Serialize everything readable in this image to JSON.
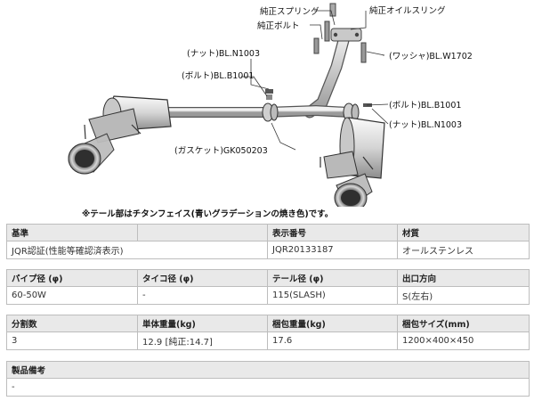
{
  "diagram": {
    "labels": {
      "genuine_spring": "純正スプリング",
      "genuine_bolt": "純正ボルト",
      "genuine_oil_ring": "純正オイルスリング",
      "nut_top": "(ナット)BL.N1003",
      "washer": "(ワッシャ)BL.W1702",
      "bolt_left": "(ボルト)BL.B1001",
      "bolt_right": "(ボルト)BL.B1001",
      "nut_right": "(ナット)BL.N1003",
      "gasket": "(ガスケット)GK050203"
    }
  },
  "note": "※テール部はチタンフェイス(青いグラデーションの焼き色)です。",
  "tables": [
    {
      "headers": [
        "基準",
        "",
        "表示番号",
        "材質"
      ],
      "values": [
        "JQR認証(性能等確認済表示)",
        "",
        "JQR20133187",
        "オールステンレス"
      ]
    },
    {
      "headers": [
        "パイプ径 (φ)",
        "タイコ径 (φ)",
        "テール径 (φ)",
        "出口方向"
      ],
      "values": [
        "60-50W",
        "-",
        "115(SLASH)",
        "S(左右)"
      ]
    },
    {
      "headers": [
        "分割数",
        "単体重量(kg)",
        "梱包重量(kg)",
        "梱包サイズ(mm)"
      ],
      "values": [
        "3",
        "12.9 [純正:14.7]",
        "17.6",
        "1200×400×450"
      ]
    },
    {
      "headers": [
        "製品備考"
      ],
      "values": [
        "-"
      ]
    }
  ]
}
